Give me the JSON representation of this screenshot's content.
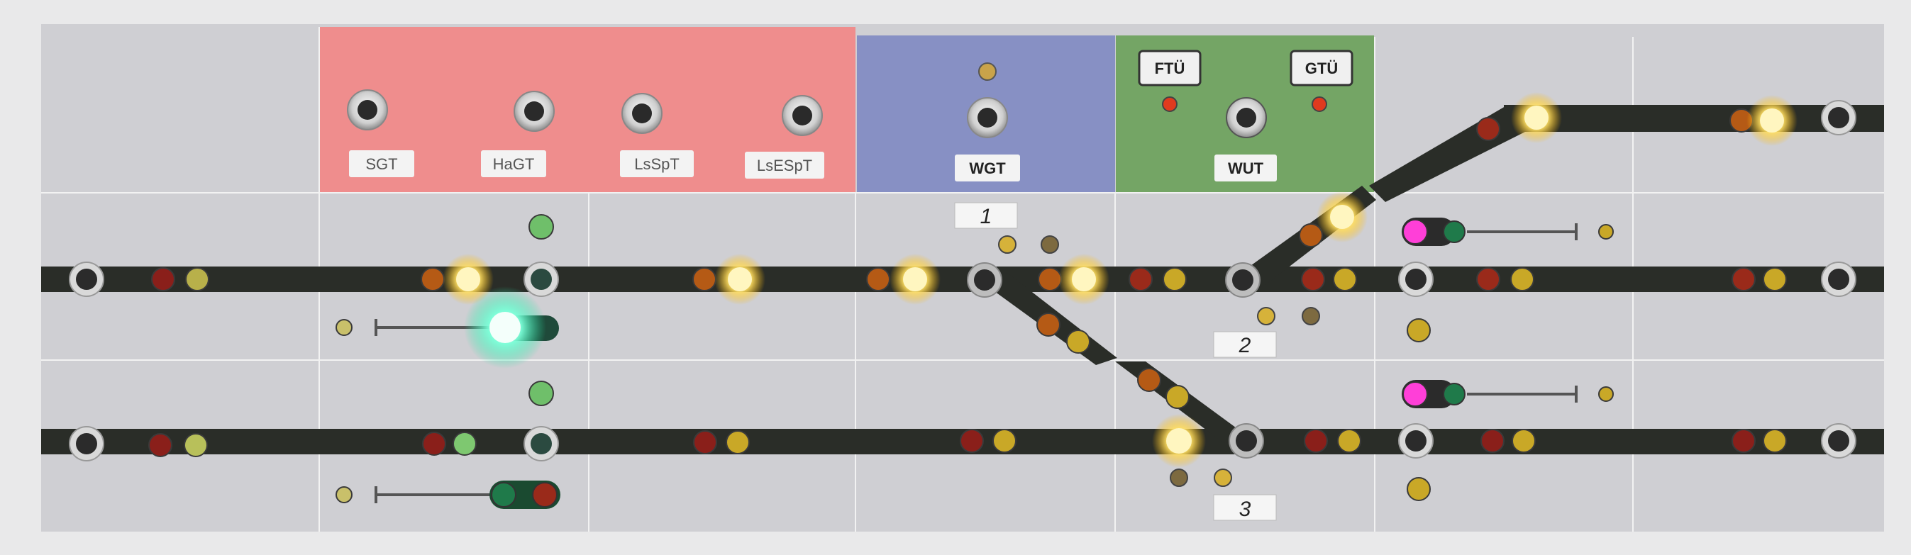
{
  "panel": {
    "section_labels": {
      "sgt": "SGT",
      "hagt": "HaGT",
      "lsspt": "LsSpT",
      "lsespt": "LsESpT",
      "wgt": "WGT",
      "ftu": "FTÜ",
      "gtu": "GTÜ",
      "wut": "WUT"
    },
    "switch_numbers": {
      "switch_1": "1",
      "switch_2": "2",
      "switch_3": "3"
    },
    "colors": {
      "section_red": "#ef8d8d",
      "section_blue": "#8790c4",
      "section_green": "#74a565",
      "track": "#2a2d28",
      "lamp_yellow_lit": "#ffd23a",
      "lamp_green_lit": "#5ef2c8",
      "lamp_pink": "#ff3fd8"
    },
    "indicators": {
      "track1_upper_green_lit": true,
      "track2_lower_left_yellow_lit": true,
      "top_right_yellow_lit": true
    }
  }
}
